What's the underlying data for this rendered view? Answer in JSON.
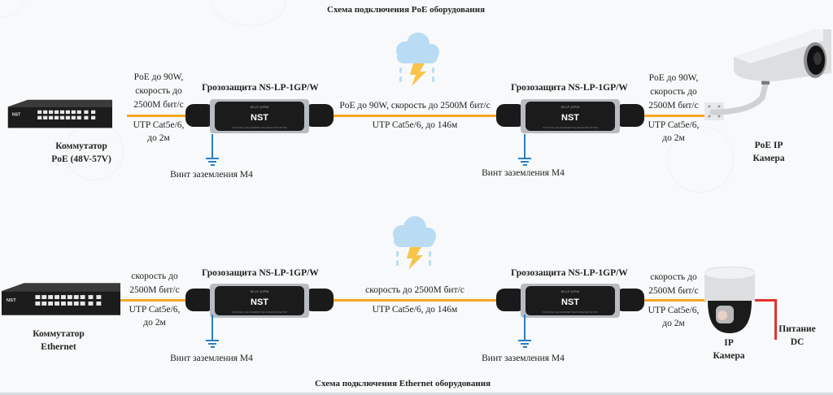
{
  "top": {
    "title": "Схема подключения PoE оборудования",
    "switch_label_line1": "Коммутатор",
    "switch_label_line2": "PoE (48V-57V)",
    "left_link": [
      "PoE до 90W,",
      "скорость до",
      "2500М бит/с"
    ],
    "left_cable": [
      "UTP Cat5e/6,",
      "до 2м"
    ],
    "protector1_title": "Грозозащита NS-LP-1GP/W",
    "middle_link": "PoE до 90W, скорость до 2500М бит/с",
    "middle_cable": "UTP Cat5e/6, до 146м",
    "protector2_title": "Грозозащита NS-LP-1GP/W",
    "right_link": [
      "PoE до 90W,",
      "скорость до",
      "2500М бит/с"
    ],
    "right_cable": [
      "UTP Cat5e/6,",
      "до 2м"
    ],
    "ground1": "Винт заземления М4",
    "ground2": "Винт заземления М4",
    "camera_label_line1": "PoE IP",
    "camera_label_line2": "Камера"
  },
  "bottom": {
    "title": "Схема подключения Ethernet оборудования",
    "switch_label_line1": "Коммутатор",
    "switch_label_line2": "Ethernet",
    "left_link": [
      "скорость до",
      "2500М бит/с"
    ],
    "left_cable": [
      "UTP Cat5e/6,",
      "до 2м"
    ],
    "protector1_title": "Грозозащита NS-LP-1GP/W",
    "middle_link": "скорость до 2500М бит/с",
    "middle_cable": "UTP Cat5e/6, до 146м",
    "protector2_title": "Грозозащита NS-LP-1GP/W",
    "right_link": [
      "скорость до",
      "2500М бит/с"
    ],
    "right_cable": [
      "UTP Cat5e/6,",
      "до 2м"
    ],
    "ground1": "Винт заземления М4",
    "ground2": "Винт заземления М4",
    "camera_label_line1": "IP",
    "camera_label_line2": "Камера",
    "power_label_line1": "Питание",
    "power_label_line2": "DC"
  },
  "device": {
    "brand": "NST",
    "model_small": "NS-LP-1GP/W",
    "caption_small": "OUTDOOR 1 GE ETHERNET POE SURGE PROTECTOR"
  },
  "colors": {
    "cable": "#f5a623",
    "ground": "#2b7fc2",
    "power": "#e53030",
    "cloud": "#b9dcf4",
    "lightning": "#f8c44a"
  },
  "icons": {
    "weather": "storm-cloud-icon",
    "ground": "ground-symbol-icon"
  }
}
